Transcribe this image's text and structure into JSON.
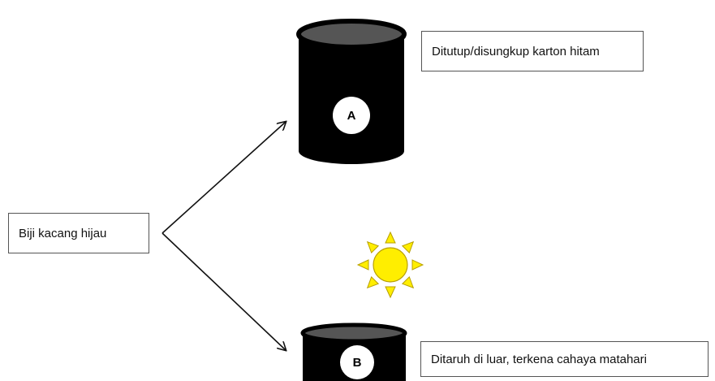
{
  "source": {
    "label": "Biji kacang hijau"
  },
  "container_a": {
    "marker": "A",
    "description": "Ditutup/disungkup karton hitam"
  },
  "container_b": {
    "marker": "B",
    "description": "Ditaruh di luar, terkena cahaya matahari"
  },
  "colors": {
    "container": "#000000",
    "container_top": "#555555",
    "sun_body": "#ffee00",
    "sun_ray": "#ffee00",
    "sun_stroke": "#b8a000",
    "marker_fill": "#ffffff",
    "arrow": "#111111"
  },
  "icons": {
    "sun": "sun-icon"
  }
}
